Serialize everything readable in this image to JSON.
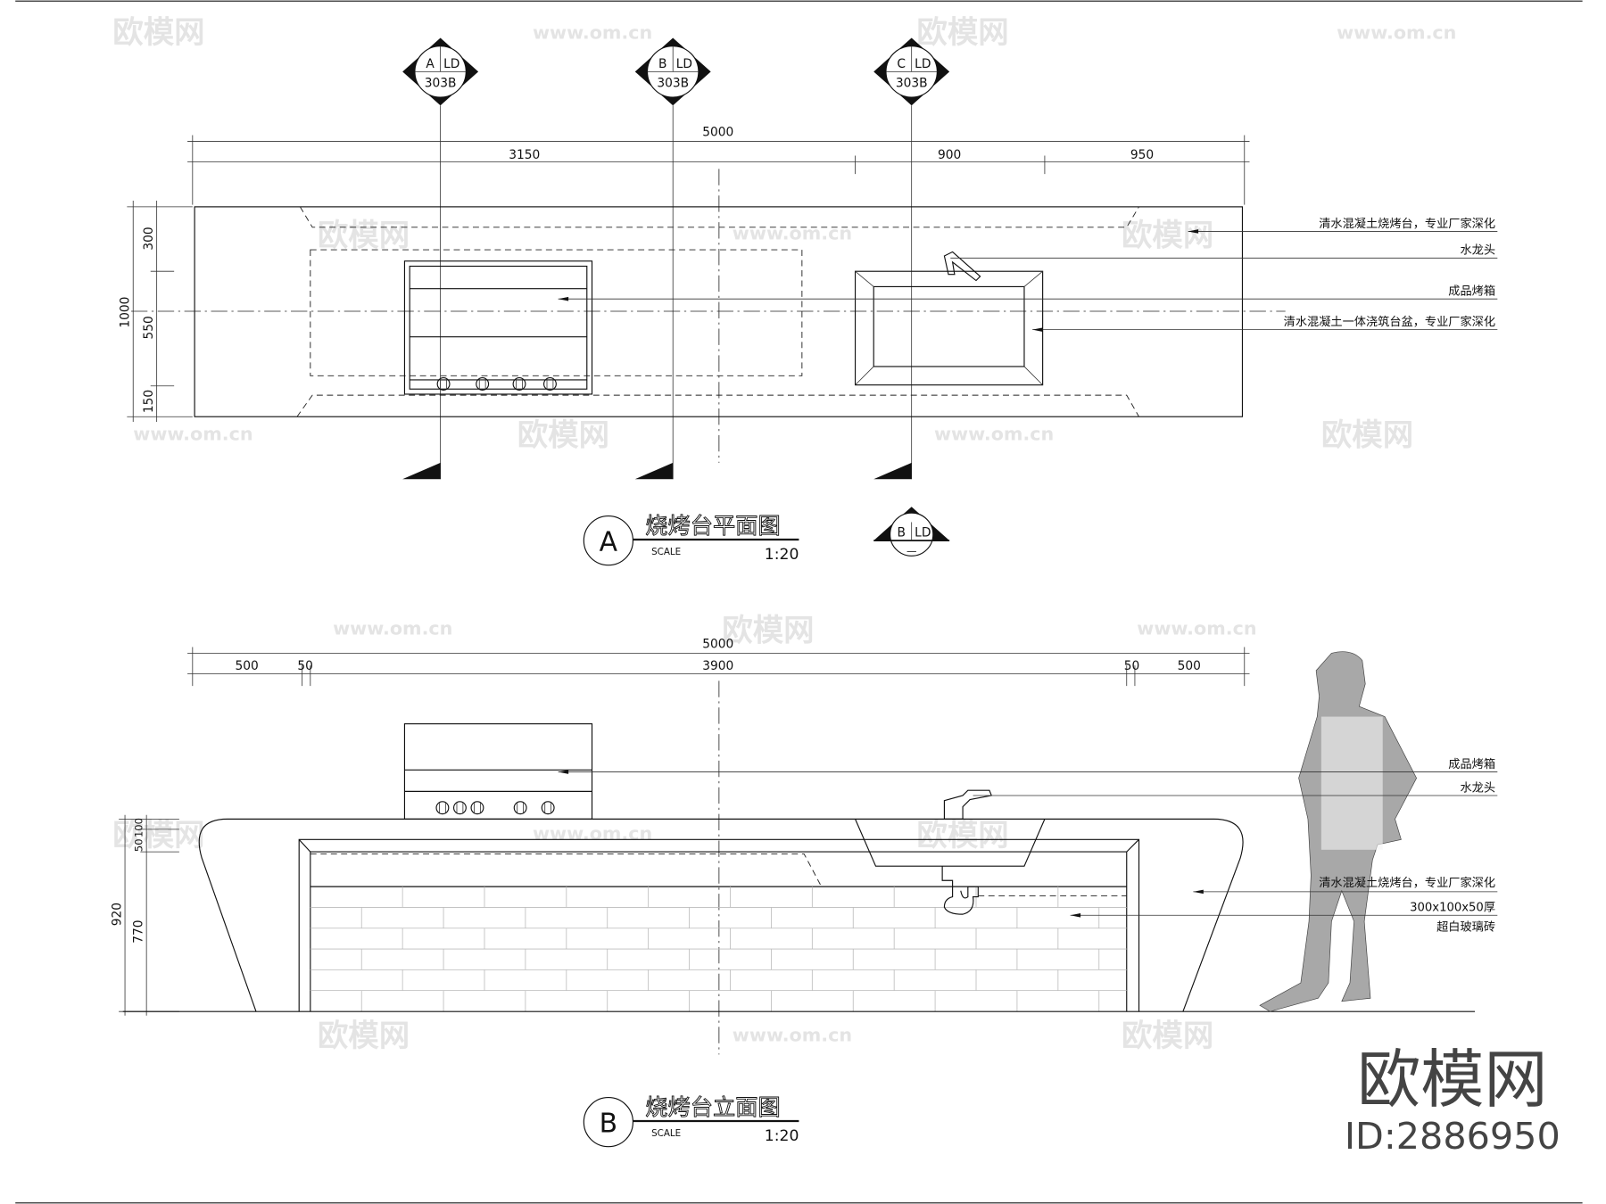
{
  "plan": {
    "section_markers": [
      {
        "letter": "A",
        "code": "LD",
        "sheet": "303B"
      },
      {
        "letter": "B",
        "code": "LD",
        "sheet": "303B"
      },
      {
        "letter": "C",
        "code": "LD",
        "sheet": "303B"
      }
    ],
    "dims_top": {
      "overall": "5000",
      "segments": [
        "3150",
        "900",
        "950"
      ]
    },
    "dims_left": {
      "overall": "1000",
      "segments": [
        "300",
        "550",
        "150"
      ]
    },
    "labels": [
      "清水混凝土烧烤台，专业厂家深化",
      "水龙头",
      "成品烤箱",
      "清水混凝土一体浇筑台盆，专业厂家深化"
    ],
    "title": {
      "letter": "A",
      "text": "烧烤台平面图",
      "scale_label": "SCALE",
      "scale": "1:20"
    },
    "ref_marker": {
      "letter": "B",
      "code": "LD",
      "sheet": "—"
    }
  },
  "elevation": {
    "dims_top": {
      "overall": "5000",
      "segments": [
        "500",
        "50",
        "3900",
        "50",
        "500"
      ]
    },
    "dims_left": {
      "overall": "920",
      "segments": [
        "50",
        "100",
        "770"
      ]
    },
    "labels": [
      "成品烤箱",
      "水龙头",
      "清水混凝土烧烤台，专业厂家深化",
      "300x100x50厚",
      "超白玻璃砖"
    ],
    "title": {
      "letter": "B",
      "text": "烧烤台立面图",
      "scale_label": "SCALE",
      "scale": "1:20"
    }
  },
  "watermark": {
    "brand": "欧模网",
    "site": "www.om.cn",
    "id": "ID:2886950"
  },
  "colors": {
    "line": "#111111",
    "person_fill": "#a8a8a8",
    "watermark": "#e4e4e4"
  }
}
